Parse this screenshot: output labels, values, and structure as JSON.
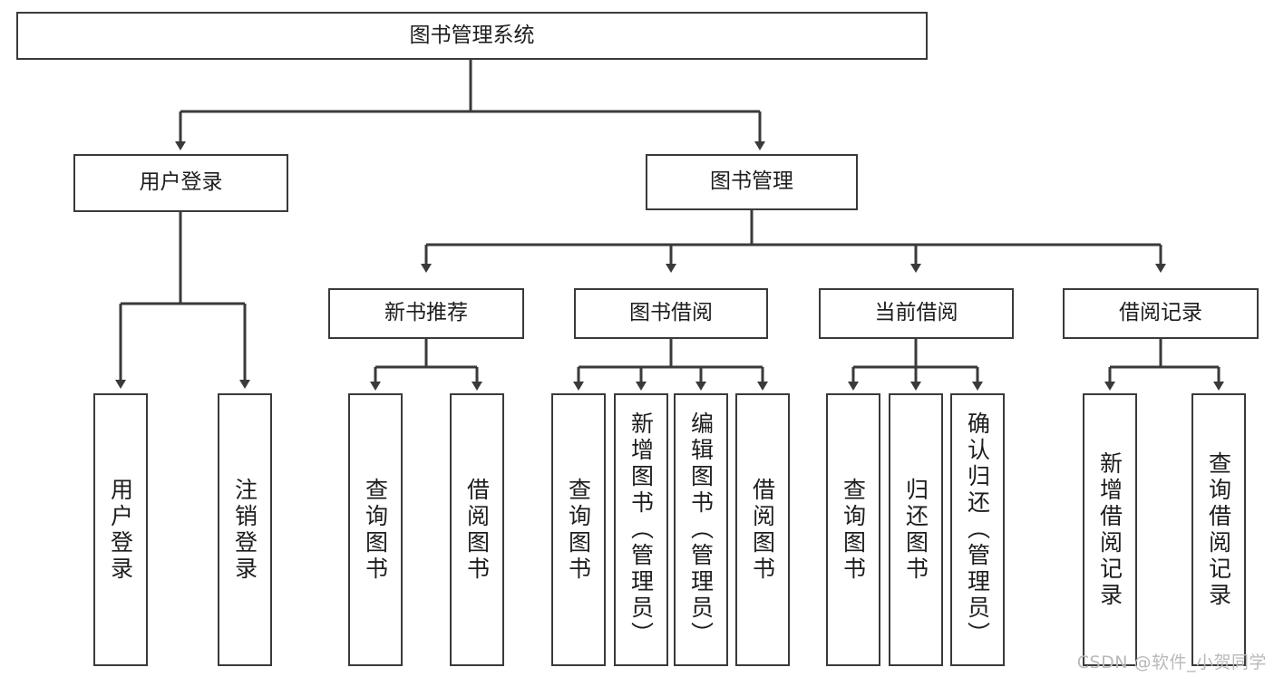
{
  "diagram": {
    "title_node": {
      "label": "图书管理系统"
    },
    "level2": [
      {
        "label": "用户登录"
      },
      {
        "label": "图书管理"
      }
    ],
    "level3": [
      {
        "label": "新书推荐"
      },
      {
        "label": "图书借阅"
      },
      {
        "label": "当前借阅"
      },
      {
        "label": "借阅记录"
      }
    ],
    "leaves": {
      "user_login": [
        {
          "label": "用户登录"
        },
        {
          "label": "注销登录"
        }
      ],
      "new_book_recommend": [
        {
          "label": "查询图书"
        },
        {
          "label": "借阅图书"
        }
      ],
      "book_borrow": [
        {
          "label": "查询图书"
        },
        {
          "label": "新增图书（管理员）"
        },
        {
          "label": "编辑图书（管理员）"
        },
        {
          "label": "借阅图书"
        }
      ],
      "current_borrow": [
        {
          "label": "查询图书"
        },
        {
          "label": "归还图书"
        },
        {
          "label": "确认归还（管理员）"
        }
      ],
      "borrow_record": [
        {
          "label": "新增借阅记录"
        },
        {
          "label": "查询借阅记录"
        }
      ]
    },
    "watermark": "CSDN @软件_小贺同学",
    "colors": {
      "stroke": "#3a3a3a",
      "text": "#1d1d1d",
      "background": "#ffffff",
      "watermark": "#b9b9b9"
    }
  }
}
